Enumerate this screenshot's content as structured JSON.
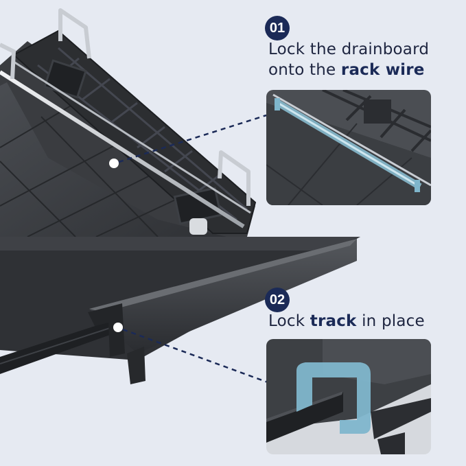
{
  "step1": {
    "number": "01",
    "line1": "Lock the drainboard",
    "line2_prefix": "onto the ",
    "line2_bold": "rack wire"
  },
  "step2": {
    "number": "02",
    "text_prefix": "Lock ",
    "text_bold": "track",
    "text_suffix": " in place"
  },
  "colors": {
    "background": "#e6eaf2",
    "accent_navy": "#1b2a57",
    "highlight_blue": "#7fb6cc"
  }
}
